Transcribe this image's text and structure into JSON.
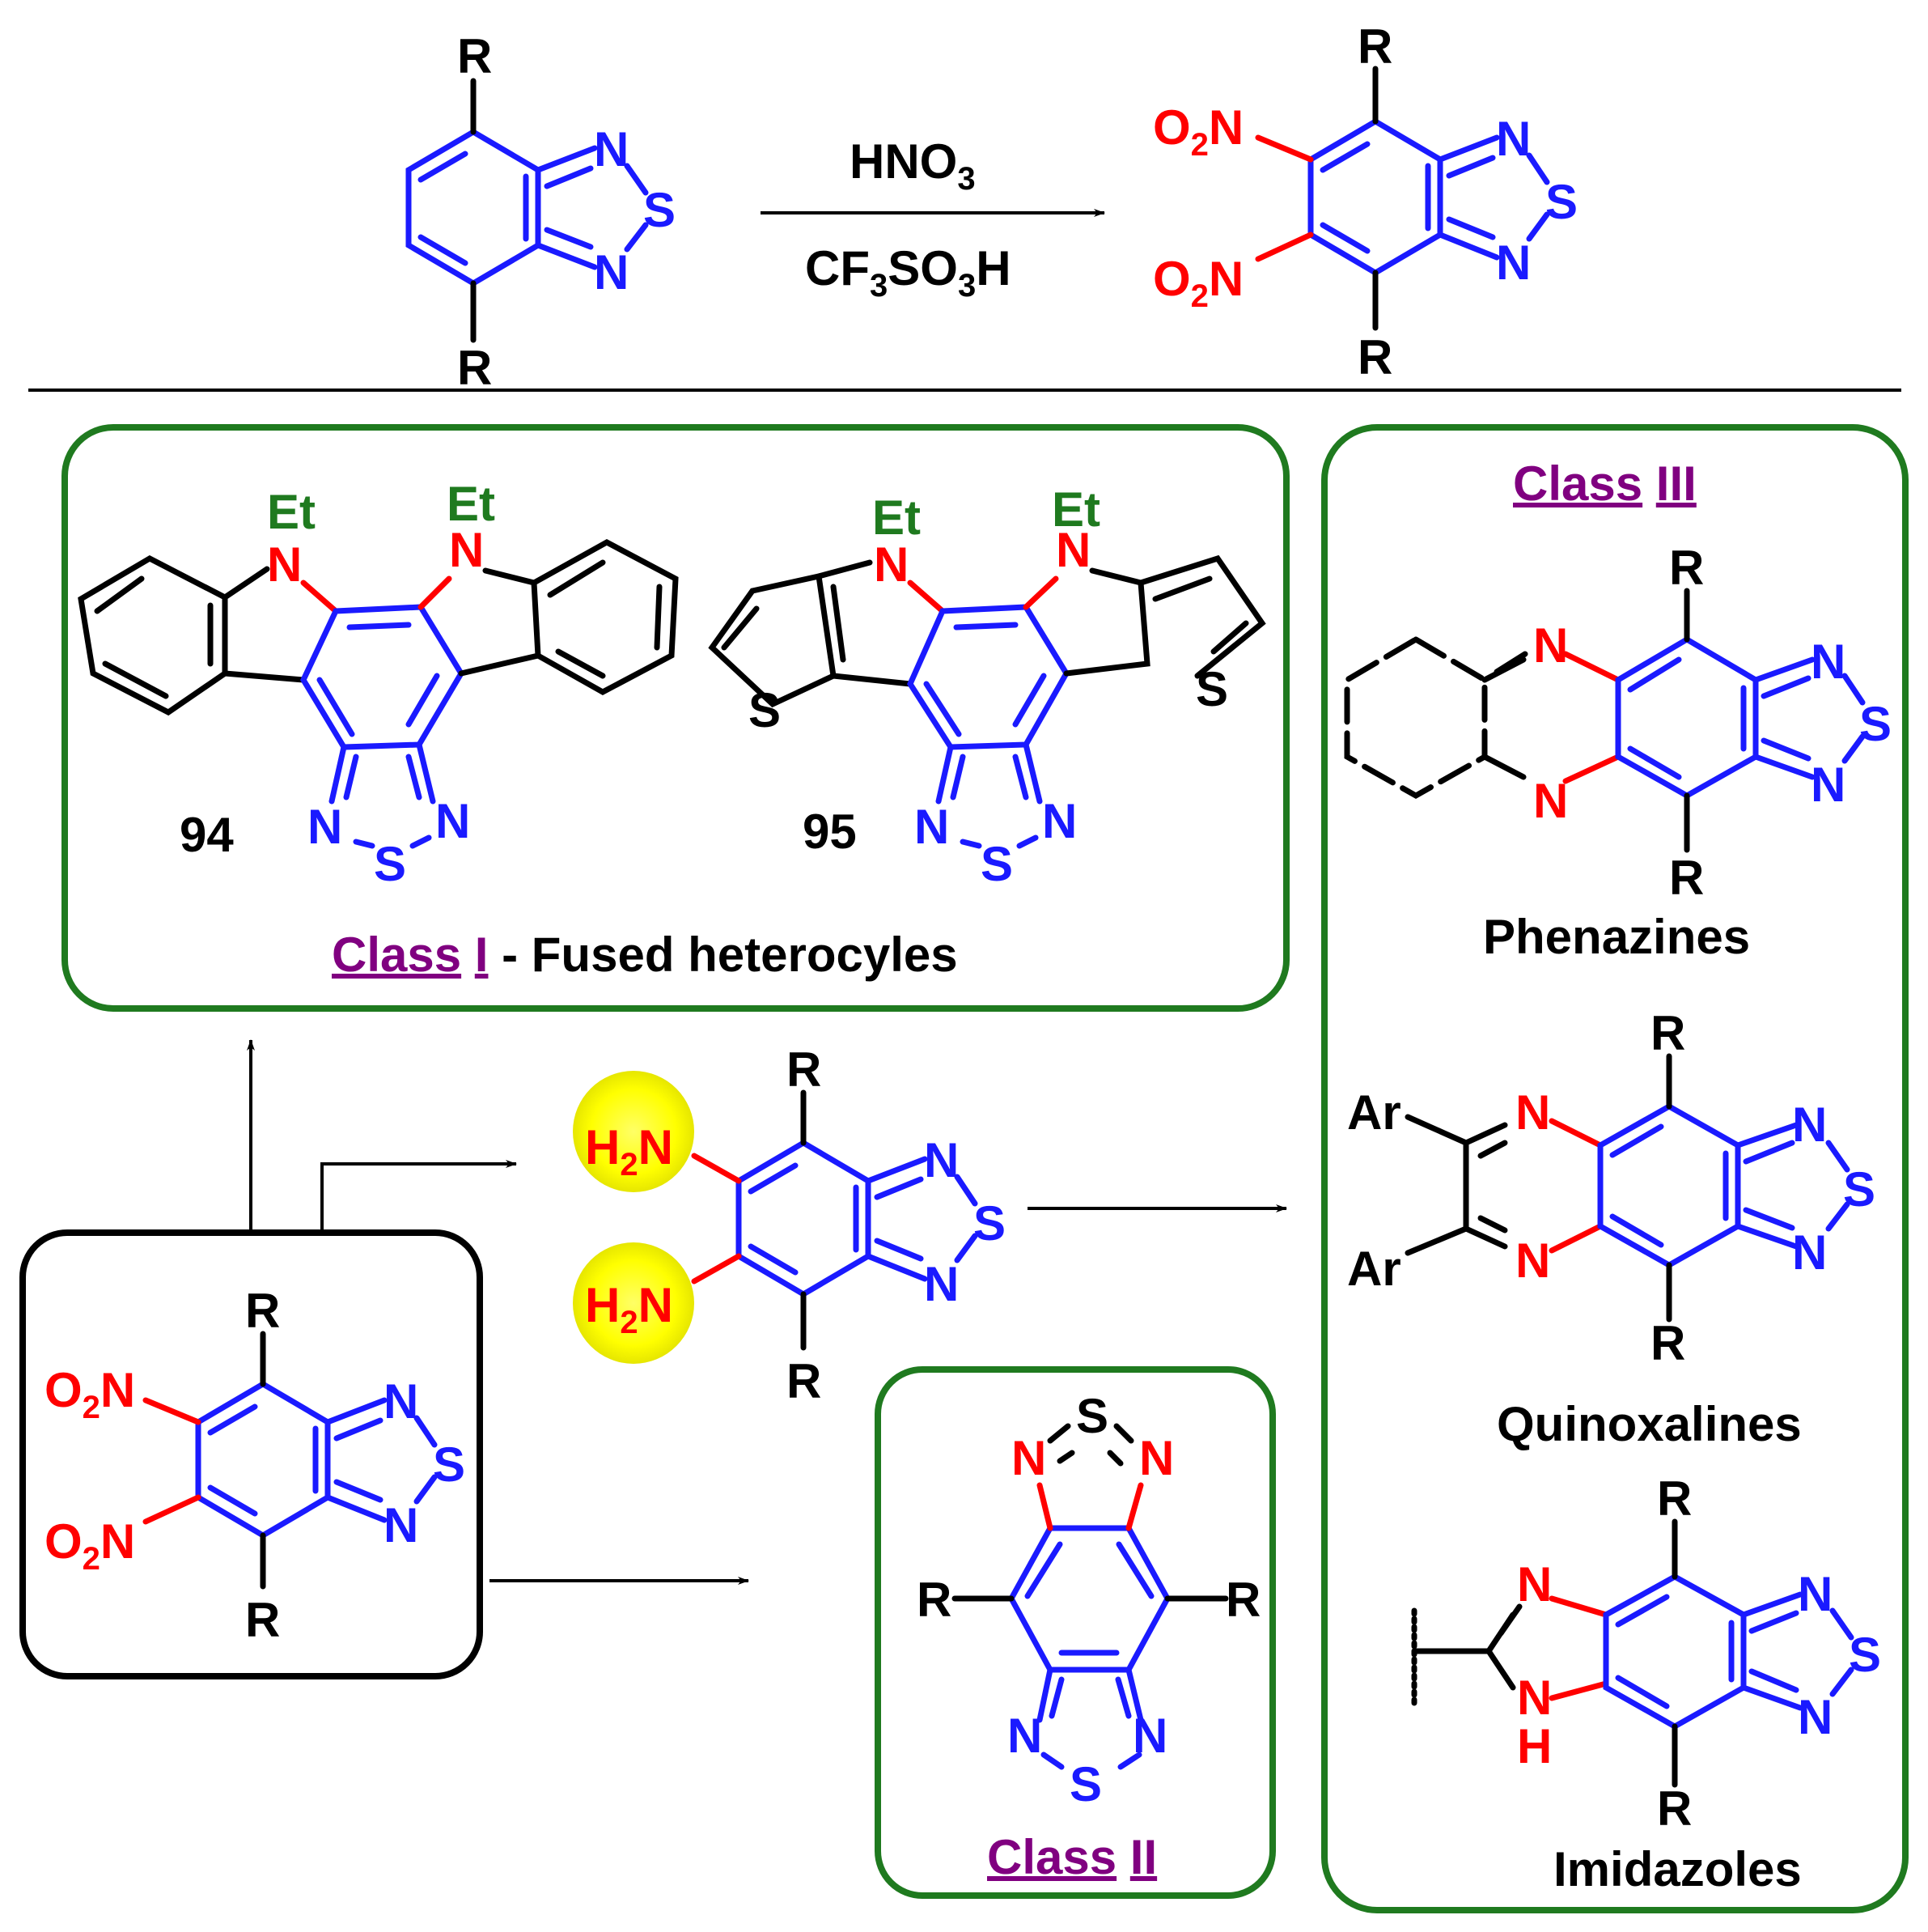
{
  "reaction": {
    "reagent_top": "HNO3",
    "reagent_top_parts": [
      "HNO",
      "3"
    ],
    "reagent_bottom_parts": [
      "CF",
      "3",
      "SO",
      "3",
      "H"
    ],
    "reagent_bottom": "CF3SO3H",
    "substituent": "R",
    "nitro_parts": [
      "O",
      "2",
      "N"
    ]
  },
  "atoms": {
    "N": "N",
    "S": "S",
    "R": "R",
    "Et": "Et",
    "Ar": "Ar",
    "H": "H"
  },
  "amine_parts": [
    "H",
    "2",
    "N"
  ],
  "class1": {
    "title_class": "Class",
    "title_numeral": "I",
    "title_rest": " - Fused heterocyles",
    "compound_a": "94",
    "compound_b": "95"
  },
  "class2": {
    "title_class": "Class",
    "title_numeral": "II"
  },
  "class3": {
    "title_class": "Class",
    "title_numeral": "III",
    "phenazines": "Phenazines",
    "quinoxalines": "Quinoxalines",
    "imidazoles": "Imidazoles"
  },
  "colors": {
    "benzothiadiazole": "#1a1aff",
    "heteroatom_bonds": "#ff0000",
    "box_border": "#1f7a1f",
    "class_label": "#800080",
    "highlight": "#ffff00"
  }
}
